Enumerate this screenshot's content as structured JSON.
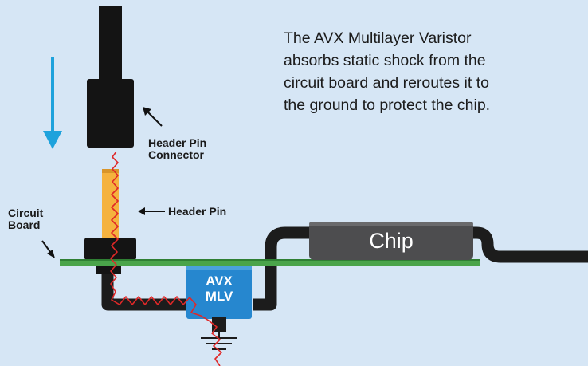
{
  "caption": {
    "lines": [
      "The AVX Multilayer Varistor",
      "absorbs static shock from the",
      "circuit board and reroutes it to",
      "the ground to protect the chip."
    ]
  },
  "labels": {
    "header_pin_connector": [
      "Header Pin",
      "Connector"
    ],
    "header_pin": "Header Pin",
    "circuit_board": [
      "Circuit",
      "Board"
    ]
  },
  "components": {
    "chip": "Chip",
    "varistor": [
      "AVX",
      "MLV"
    ]
  },
  "colors": {
    "background": "#d6e6f5",
    "arrow": "#1ea2dc",
    "connector": "#141414",
    "header_pin": "#f5b23e",
    "board": "#4aa44a",
    "chip": "#4d4d4f",
    "varistor": "#2687cf",
    "trace": "#1c1c1c",
    "static_discharge": "#e02828"
  }
}
